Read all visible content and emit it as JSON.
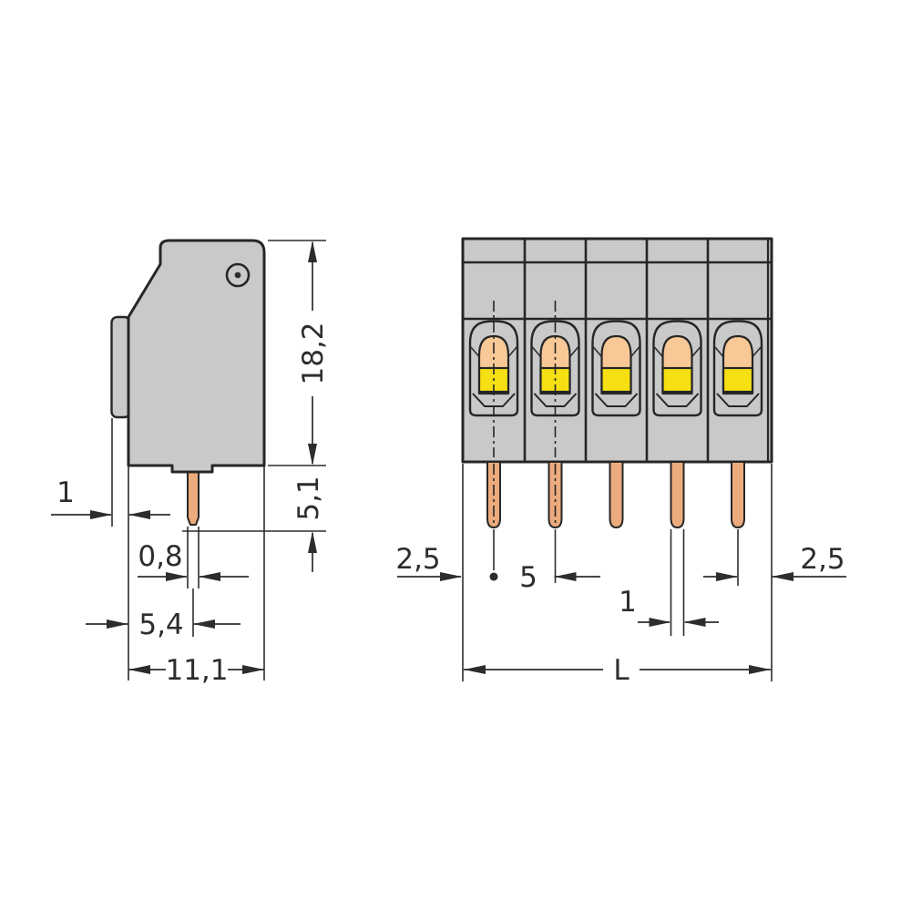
{
  "colors": {
    "body_gray": "#c9c9c9",
    "outline": "#262626",
    "pin_copper": "#ecab7d",
    "clamp_peach": "#f8c897",
    "clamp_yellow": "#f6df12",
    "dimension": "#2d2d2d"
  },
  "side_view": {
    "dimensions": {
      "height": "18,2",
      "pin_length": "5,1",
      "flange": "1",
      "pin_width": "0,8",
      "pin_center_offset": "5,4",
      "depth": "11,1"
    }
  },
  "front_view": {
    "pole_count": 5,
    "dimensions": {
      "left_end_offset": "2,5",
      "pole_pitch": "5",
      "pin_width": "1",
      "right_end_offset": "2,5",
      "total_length": "L"
    }
  }
}
